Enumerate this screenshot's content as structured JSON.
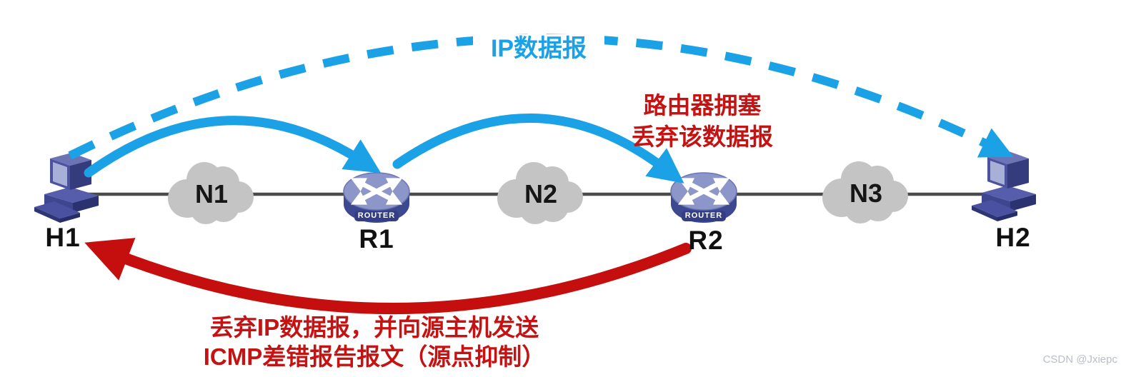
{
  "diagram": {
    "top_label": "IP数据报",
    "congestion_note": {
      "line1": "路由器拥塞",
      "line2": "丢弃该数据报"
    },
    "icmp_note": {
      "line1": "丢弃IP数据报，并向源主机发送",
      "line2": "ICMP差错报告报文（源点抑制）"
    },
    "nodes": {
      "h1": "H1",
      "n1": "N1",
      "r1": "R1",
      "n2": "N2",
      "r2": "R2",
      "n3": "N3",
      "h2": "H2"
    },
    "router_badge": "ROUTER",
    "colors": {
      "arrow_blue": "#1ba2e6",
      "arrow_red": "#c50f0f",
      "note_red": "#c51212",
      "cloud_gray": "#c4c4c4",
      "link_line_gray": "#4a4a4a",
      "device_navy": "#3c4890",
      "device_light": "#8d96c9"
    }
  },
  "watermark": "CSDN @Jxiepc"
}
